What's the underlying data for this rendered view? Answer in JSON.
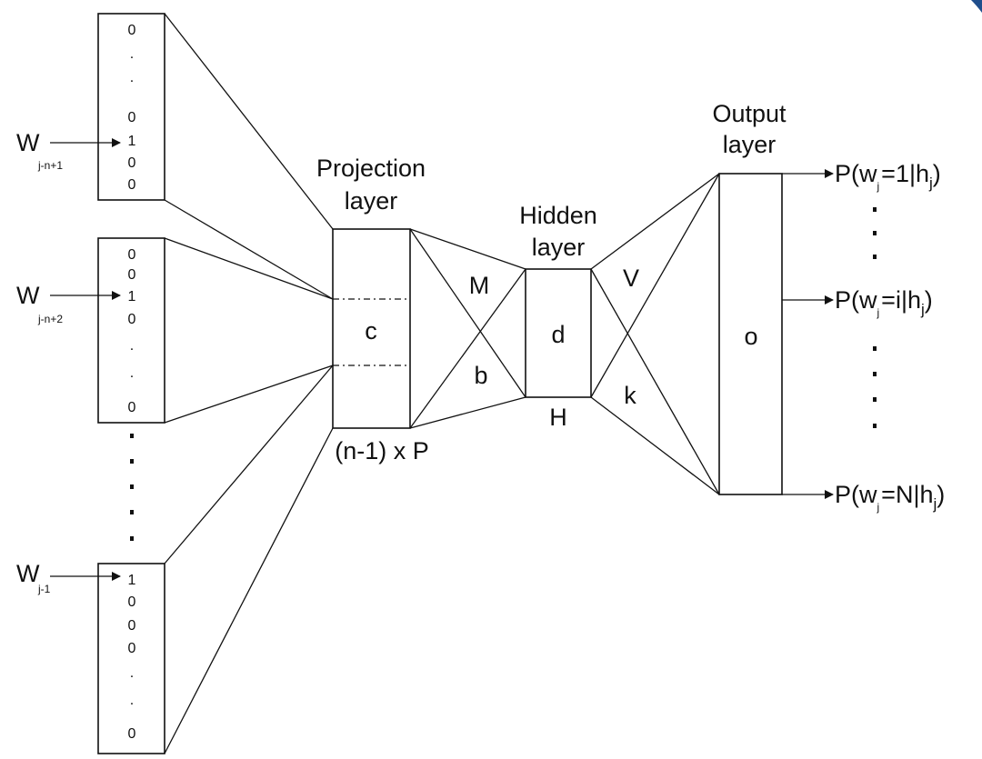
{
  "layers": {
    "projection": {
      "title_line1": "Projection",
      "title_line2": "layer",
      "inner": "c",
      "size_label": "(n-1) x P"
    },
    "hidden": {
      "title_line1": "Hidden",
      "title_line2": "layer",
      "inner": "d",
      "bias_label": "H"
    },
    "output": {
      "title_line1": "Output",
      "title_line2": "layer",
      "inner": "o"
    }
  },
  "weights": {
    "m": "M",
    "b": "b",
    "v": "V",
    "k": "k"
  },
  "inputs": [
    {
      "w": "W",
      "sub": "j-n+1",
      "entries": [
        "0",
        ".",
        ".",
        "0",
        "1",
        "0",
        "0"
      ]
    },
    {
      "w": "W",
      "sub": "j-n+2",
      "entries": [
        "0",
        "0",
        "1",
        "0",
        ".",
        ".",
        "0"
      ]
    },
    {
      "w": "W",
      "sub": "j-1",
      "entries": [
        "1",
        "0",
        "0",
        "0",
        ".",
        ".",
        "0"
      ]
    }
  ],
  "outputs": [
    {
      "prefix": "P(w",
      "wsub": "j",
      "mid": "=1|h",
      "hsub": "j",
      "suffix": ")"
    },
    {
      "prefix": "P(w",
      "wsub": "j",
      "mid": "=i|h",
      "hsub": "j",
      "suffix": ")"
    },
    {
      "prefix": "P(w",
      "wsub": "j",
      "mid": "=N|h",
      "hsub": "j",
      "suffix": ")"
    }
  ]
}
